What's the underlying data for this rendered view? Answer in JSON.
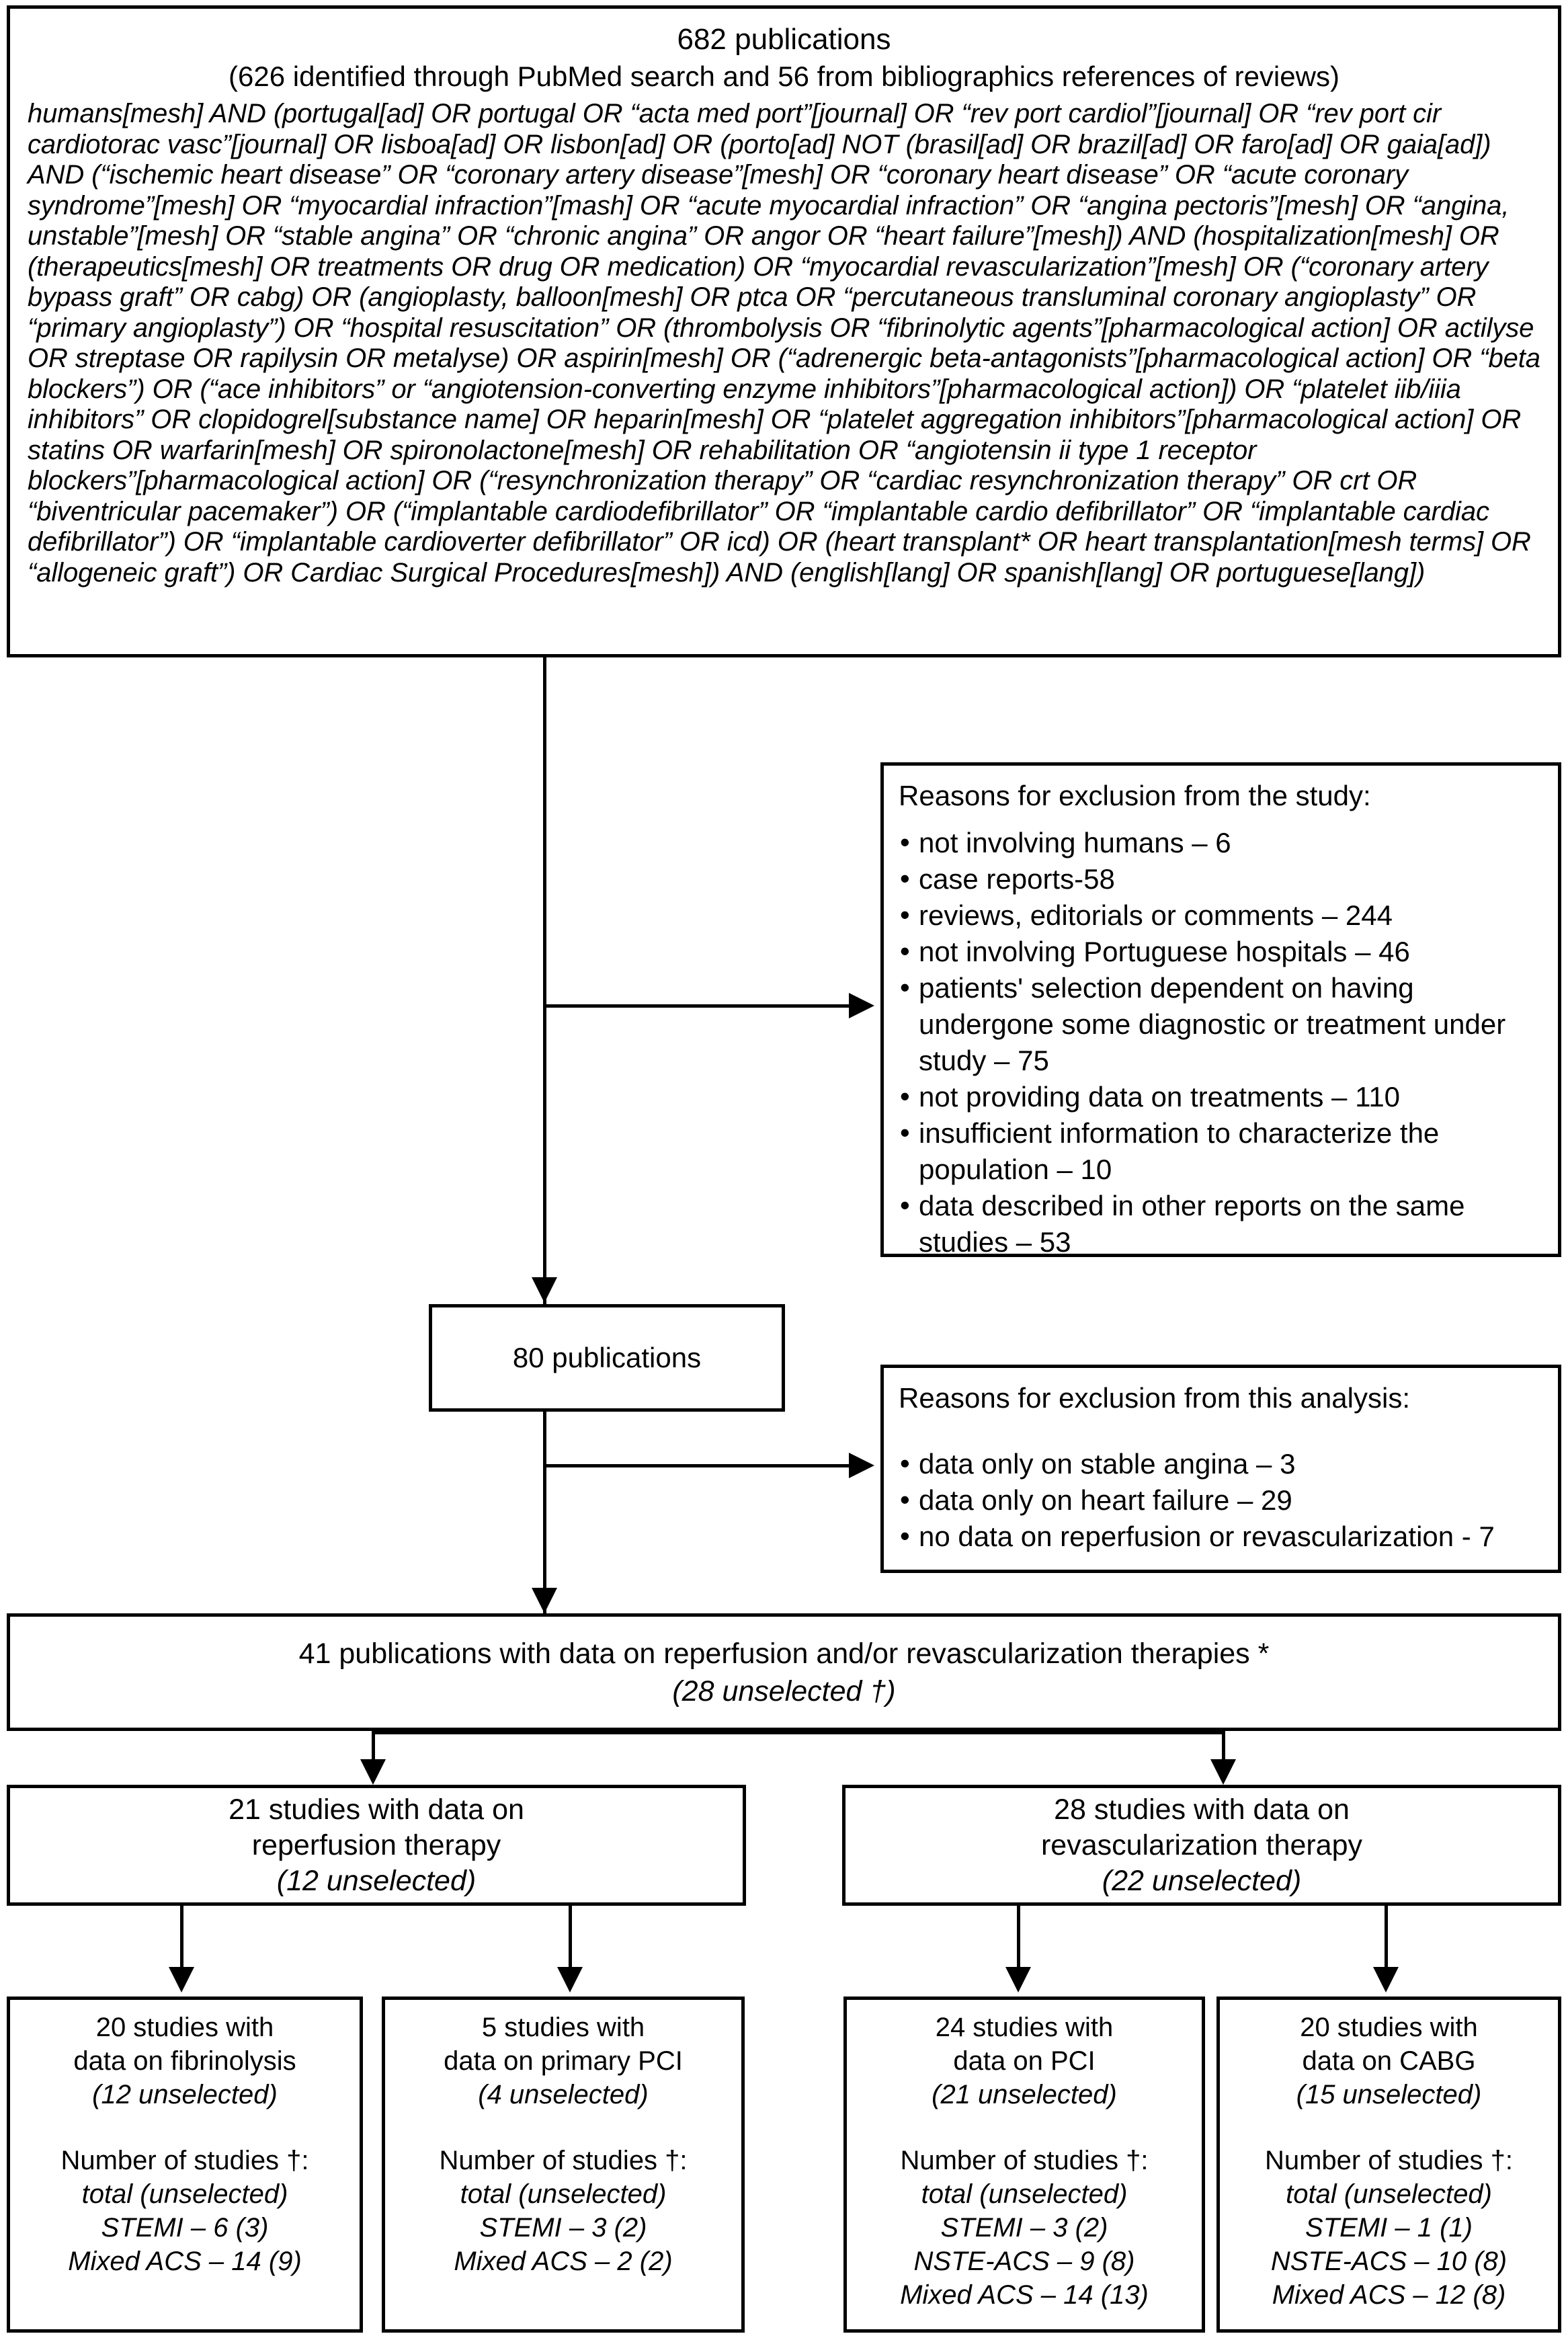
{
  "top": {
    "title": "682 publications",
    "subtitle": "(626 identified through PubMed search and 56 from bibliographics references of reviews)",
    "query": "humans[mesh] AND (portugal[ad] OR portugal OR “acta med port”[journal] OR “rev port cardiol”[journal] OR “rev port cir cardiotorac vasc”[journal] OR lisboa[ad] OR lisbon[ad] OR (porto[ad] NOT (brasil[ad] OR brazil[ad] OR faro[ad] OR gaia[ad]) AND (“ischemic heart disease” OR “coronary artery disease”[mesh] OR “coronary heart disease” OR “acute coronary syndrome”[mesh] OR “myocardial infraction”[mash] OR “acute myocardial infraction” OR “angina pectoris”[mesh] OR “angina, unstable”[mesh] OR “stable angina” OR “chronic angina” OR angor OR “heart failure”[mesh]) AND (hospitalization[mesh] OR (therapeutics[mesh] OR treatments OR drug OR medication) OR “myocardial revascularization”[mesh] OR (“coronary artery bypass graft” OR cabg) OR (angioplasty, balloon[mesh] OR ptca OR “percutaneous transluminal coronary angioplasty” OR “primary angioplasty”) OR “hospital resuscitation” OR (thrombolysis OR “fibrinolytic agents”[pharmacological action] OR actilyse OR streptase OR rapilysin OR metalyse) OR aspirin[mesh] OR  (“adrenergic beta-antagonists”[pharmacological action] OR “beta blockers”) OR (“ace inhibitors” or “angiotension-converting enzyme inhibitors”[pharmacological action]) OR “platelet iib/iiia inhibitors” OR clopidogrel[substance name] OR heparin[mesh] OR “platelet aggregation inhibitors”[pharmacological action] OR statins OR warfarin[mesh] OR spironolactone[mesh] OR rehabilitation OR “angiotensin ii type 1 receptor blockers”[pharmacological action] OR (“resynchronization therapy” OR “cardiac resynchronization therapy” OR crt OR “biventricular pacemaker”) OR (“implantable cardiodefibrillator” OR “implantable cardio defibrillator” OR “implantable cardiac defibrillator”) OR “implantable cardioverter defibrillator” OR icd) OR (heart transplant* OR heart transplantation[mesh terms] OR “allogeneic graft”) OR Cardiac Surgical Procedures[mesh]) AND (english[lang] OR spanish[lang] OR portuguese[lang])"
  },
  "exclusion_study": {
    "title": "Reasons for exclusion from the study:",
    "items": [
      "not involving humans – 6",
      "case reports-58",
      "reviews, editorials or comments – 244",
      "not involving Portuguese hospitals – 46",
      "patients' selection dependent on having undergone some diagnostic or treatment under study – 75",
      "not providing data on treatments – 110",
      "insufficient information to characterize the population – 10",
      "data described in other reports on the same studies – 53"
    ]
  },
  "exclusion_analysis": {
    "title": "Reasons for exclusion from this analysis:",
    "items": [
      "data only on stable angina – 3",
      "data only on heart failure – 29",
      "no data on reperfusion or revascularization - 7"
    ]
  },
  "publications_80": {
    "label": "80 publications"
  },
  "publications_41": {
    "line1": "41 publications with data on reperfusion and/or revascularization therapies *",
    "line2": "(28 unselected †)"
  },
  "branches": [
    {
      "line1": "21 studies with data on",
      "line2": "reperfusion therapy",
      "line3": "(12 unselected)"
    },
    {
      "line1": "28 studies with data on",
      "line2": "revascularization therapy",
      "line3": "(22 unselected)"
    }
  ],
  "leaves": [
    {
      "line1": "20 studies with",
      "line2": "data on fibrinolysis",
      "line3": "(12 unselected)",
      "heading1": "Number of studies †:",
      "heading2": "total (unselected)",
      "rows": [
        "STEMI – 6 (3)",
        "Mixed ACS – 14 (9)"
      ]
    },
    {
      "line1": "5 studies with",
      "line2": "data on primary PCI",
      "line3": "(4 unselected)",
      "heading1": "Number of studies †:",
      "heading2": "total (unselected)",
      "rows": [
        "STEMI – 3 (2)",
        "Mixed ACS – 2 (2)"
      ]
    },
    {
      "line1": "24 studies with",
      "line2": "data on PCI",
      "line3": "(21 unselected)",
      "heading1": "Number of studies †:",
      "heading2": "total (unselected)",
      "rows": [
        "STEMI – 3 (2)",
        "NSTE-ACS – 9 (8)",
        "Mixed ACS – 14 (13)"
      ]
    },
    {
      "line1": "20 studies with",
      "line2": "data on CABG",
      "line3": "(15 unselected)",
      "heading1": "Number of studies †:",
      "heading2": "total (unselected)",
      "rows": [
        "STEMI – 1 (1)",
        "NSTE-ACS – 10 (8)",
        "Mixed ACS – 12 (8)"
      ]
    }
  ],
  "bullet_char": "•",
  "colors": {
    "stroke": "#000000",
    "background": "#ffffff",
    "text": "#000000"
  }
}
